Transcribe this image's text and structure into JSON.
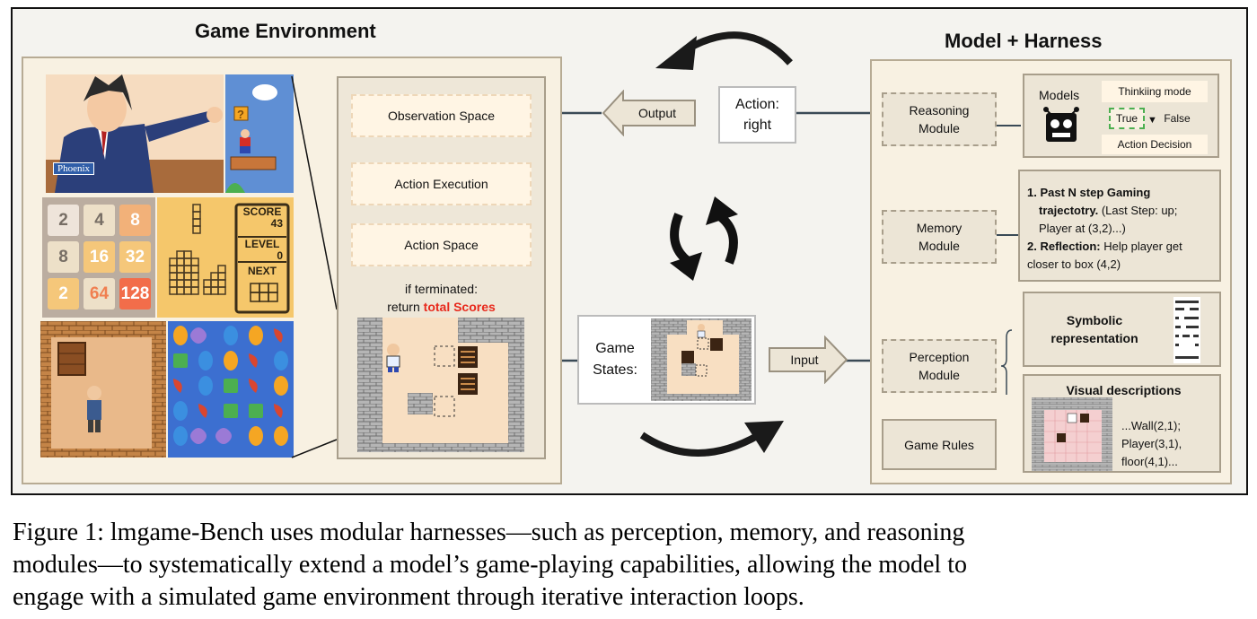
{
  "left": {
    "title": "Game Environment",
    "nameplate": "Phoenix",
    "tetris": {
      "score_label": "SCORE",
      "score": "43",
      "level_label": "LEVEL",
      "level": "0",
      "next_label": "NEXT"
    },
    "grid_2048": [
      "2",
      "4",
      "8",
      "8",
      "16",
      "32",
      "2",
      "64",
      "128"
    ],
    "env_boxes": [
      "Observation Space",
      "Action Execution",
      "Action Space"
    ],
    "terminated_line1": "if terminated:",
    "terminated_prefix": "return ",
    "terminated_highlight": "total Scores",
    "highlight_color": "#e8291c"
  },
  "center": {
    "output_label": "Output",
    "action_line1": "Action:",
    "action_line2": "right",
    "states_line1": "Game",
    "states_line2": "States:",
    "input_label": "Input"
  },
  "right": {
    "title": "Model + Harness",
    "reasoning": {
      "line1": "Reasoning",
      "line2": "Module"
    },
    "models_label": "Models",
    "thinking_label": "Thinkiing mode",
    "true_label": "True",
    "false_label": "False",
    "action_decision": "Action Decision",
    "memory": {
      "line1": "Memory",
      "line2": "Module"
    },
    "memory_text": {
      "p1_bold": "1. Past N step Gaming",
      "p1_bold2": "trajectotry.",
      "p1_rest": " (Last Step: up;",
      "p1_line3": "Player at (3,2)...)",
      "p2_bold": "2. Reflection:",
      "p2_rest": " Help player get",
      "p2_line2": "closer to box (4,2)"
    },
    "perception": {
      "line1": "Perception",
      "line2": "Module"
    },
    "symbolic_line1": "Symbolic",
    "symbolic_line2": "representation",
    "visual_title": "Visual descriptions",
    "visual_lines": [
      "...Wall(2,1);",
      "Player(3,1),",
      "floor(4,1)..."
    ],
    "game_rules": "Game Rules"
  },
  "caption": {
    "line1": "Figure 1:  lmgame-Bench uses modular harnesses—such as perception, memory, and reasoning",
    "line2": "modules—to systematically extend a model’s game-playing capabilities, allowing the model to",
    "line3": "engage with a simulated game environment through iterative interaction loops."
  },
  "colors": {
    "frame_bg": "#f4f3ef",
    "panel_bg": "#f8f1e2",
    "module_bg": "#ece5d6",
    "true_border": "#4caf50",
    "brick": "#a9a9a9",
    "floor": "#f8dfc2"
  }
}
